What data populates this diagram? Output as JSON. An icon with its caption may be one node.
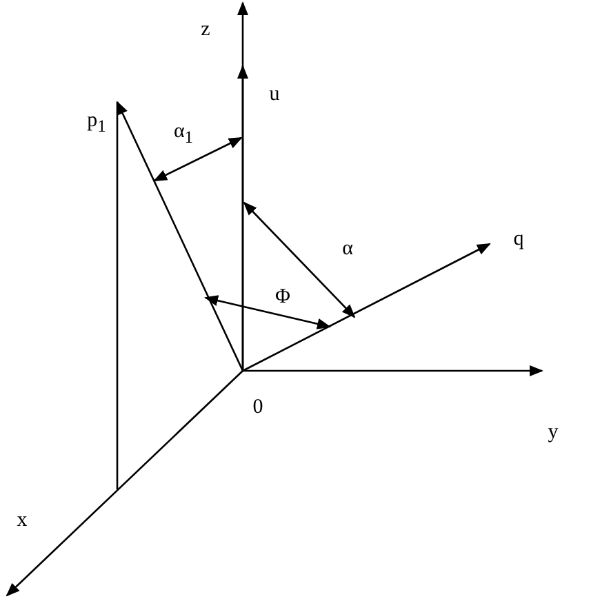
{
  "diagram": {
    "labels": [
      "z",
      "u",
      "p$_{1}$",
      "α$_{1}$",
      "α",
      "q",
      "Φ",
      "0",
      "y",
      "x"
    ]
  }
}
